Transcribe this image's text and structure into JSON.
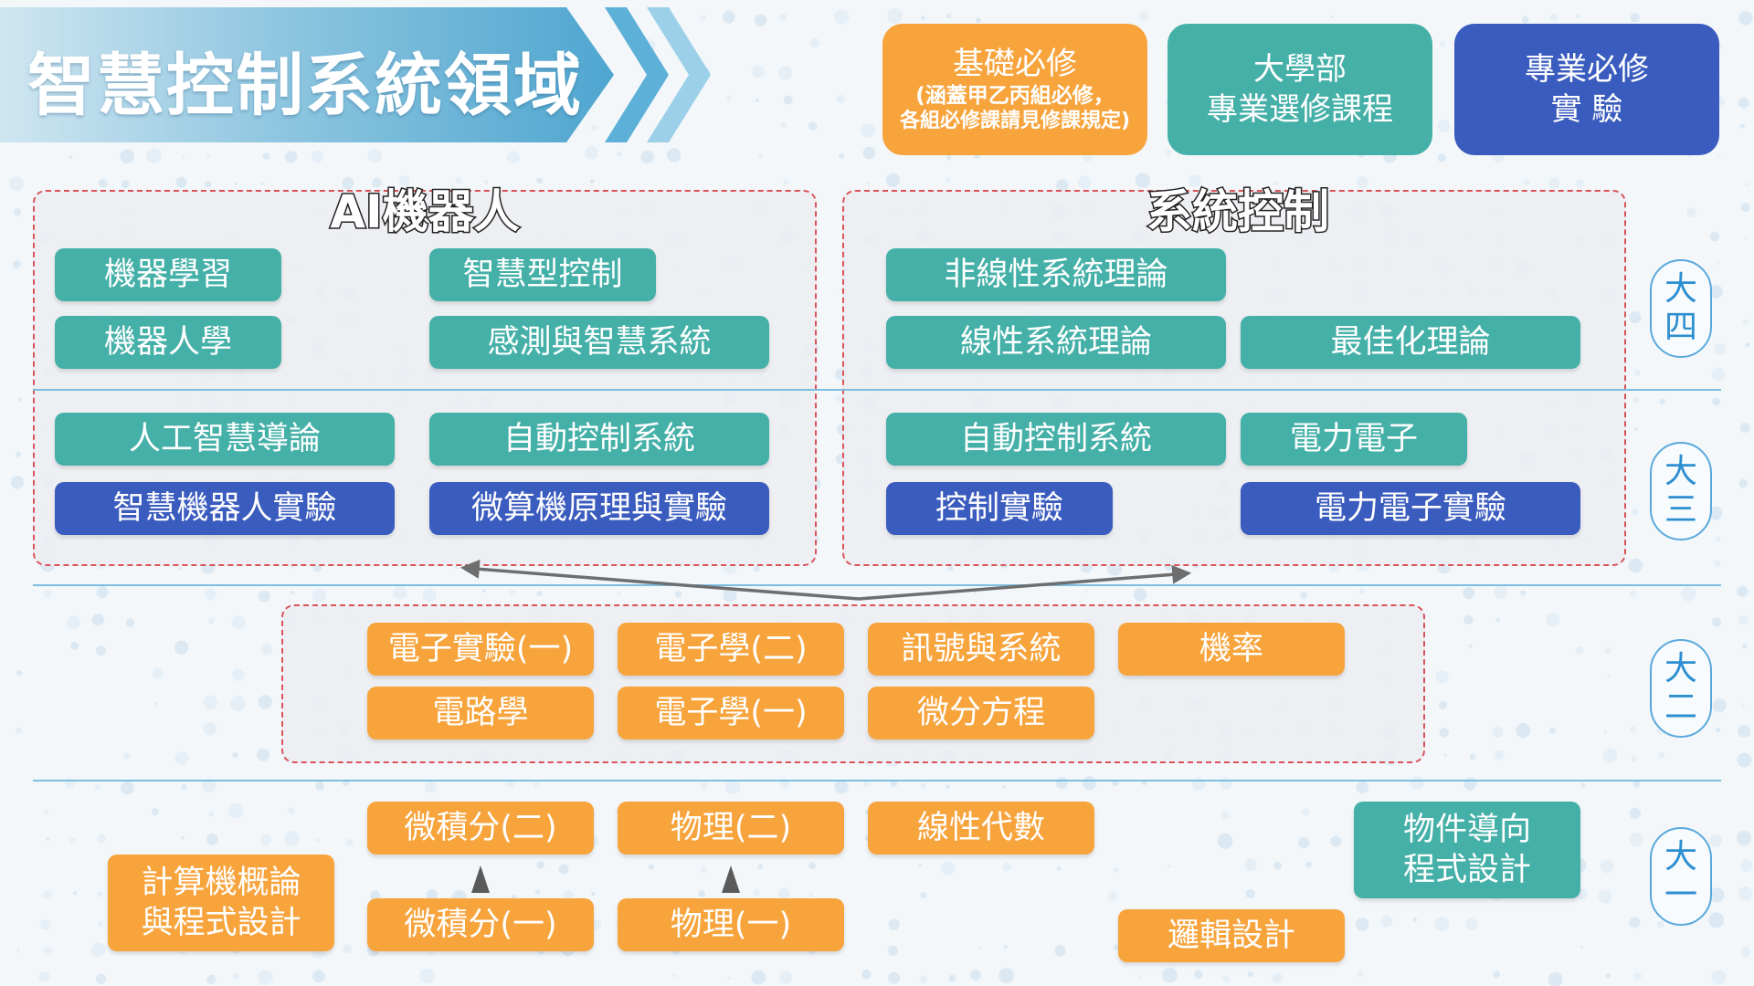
{
  "title": "智慧控制系統領域",
  "legend": {
    "foundation": {
      "line1": "基礎必修",
      "line2": "(涵蓋甲乙丙組必修，",
      "line3": "各組必修課請見修課規定)",
      "color": "#f7a43d"
    },
    "elective": {
      "line1": "大學部",
      "line2": "專業選修課程",
      "color": "#45b0a8"
    },
    "required_lab": {
      "line1": "專業必修",
      "line2": "實 驗",
      "color": "#3b5cbf"
    }
  },
  "regions": {
    "ai_robot": {
      "title": "AI機器人"
    },
    "system_control": {
      "title": "系統控制"
    }
  },
  "years": {
    "senior": {
      "c1": "大",
      "c2": "四"
    },
    "junior": {
      "c1": "大",
      "c2": "三"
    },
    "sophomore": {
      "c1": "大",
      "c2": "二"
    },
    "freshman": {
      "c1": "大",
      "c2": "一"
    }
  },
  "courses": {
    "machine_learning": "機器學習",
    "robotics": "機器人學",
    "intelligent_control": "智慧型控制",
    "sensing_smart_systems": "感測與智慧系統",
    "intro_ai": "人工智慧導論",
    "auto_control_ai": "自動控制系統",
    "smart_robot_lab": "智慧機器人實驗",
    "microcomputer_lab": "微算機原理與實驗",
    "nonlinear_systems": "非線性系統理論",
    "linear_systems": "線性系統理論",
    "optimization": "最佳化理論",
    "auto_control_sys": "自動控制系統",
    "power_electronics": "電力電子",
    "control_lab": "控制實驗",
    "power_electronics_lab": "電力電子實驗",
    "electronics_lab_1": "電子實驗(一)",
    "electronics_2": "電子學(二)",
    "signals_systems": "訊號與系統",
    "probability": "機率",
    "circuits": "電路學",
    "electronics_1": "電子學(一)",
    "differential_equations": "微分方程",
    "calculus_2": "微積分(二)",
    "physics_2": "物理(二)",
    "linear_algebra": "線性代數",
    "oop_line1": "物件導向",
    "oop_line2": "程式設計",
    "intro_cs_line1": "計算機概論",
    "intro_cs_line2": "與程式設計",
    "calculus_1": "微積分(一)",
    "physics_1": "物理(一)",
    "logic_design": "邏輯設計"
  }
}
